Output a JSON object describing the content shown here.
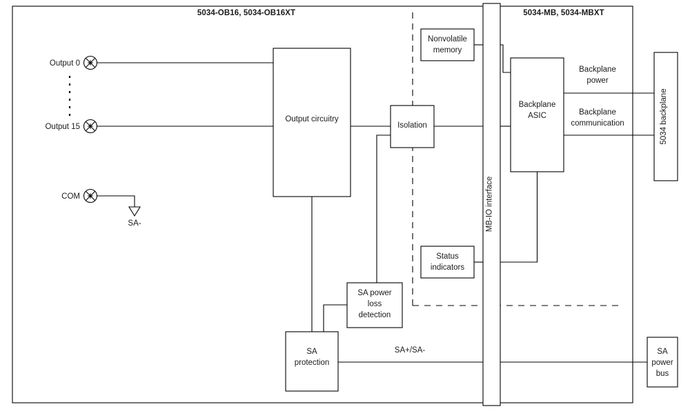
{
  "diagram": {
    "title_left": "5034-OB16, 5034-OB16XT",
    "title_right": "5034-MB, 5034-MBXT",
    "terminals": [
      {
        "label": "Output 0",
        "icon": "screw-terminal-icon"
      },
      {
        "label": "Output 15",
        "icon": "screw-terminal-icon"
      },
      {
        "label": "COM",
        "icon": "screw-terminal-icon"
      }
    ],
    "ground_label": "SA-",
    "blocks": {
      "output_circuitry": "Output circuitry",
      "isolation": "Isolation",
      "nonvolatile_memory_line1": "Nonvolatile",
      "nonvolatile_memory_line2": "memory",
      "status_indicators_line1": "Status",
      "status_indicators_line2": "indicators",
      "sa_power_loss_line1": "SA power",
      "sa_power_loss_line2": "loss",
      "sa_power_loss_line3": "detection",
      "sa_protection_line1": "SA",
      "sa_protection_line2": "protection",
      "mb_io_interface": "MB-IO interface",
      "backplane_asic_line1": "Backplane",
      "backplane_asic_line2": "ASIC",
      "backplane_5034": "5034 backplane",
      "sa_power_bus_line1": "SA",
      "sa_power_bus_line2": "power",
      "sa_power_bus_line3": "bus"
    },
    "wire_labels": {
      "backplane_power_line1": "Backplane",
      "backplane_power_line2": "power",
      "backplane_comm_line1": "Backplane",
      "backplane_comm_line2": "communication",
      "sa_plus_minus": "SA+/SA-"
    },
    "colors": {
      "stroke": "#000000",
      "text": "#1a1a1a",
      "background": "#ffffff"
    }
  }
}
